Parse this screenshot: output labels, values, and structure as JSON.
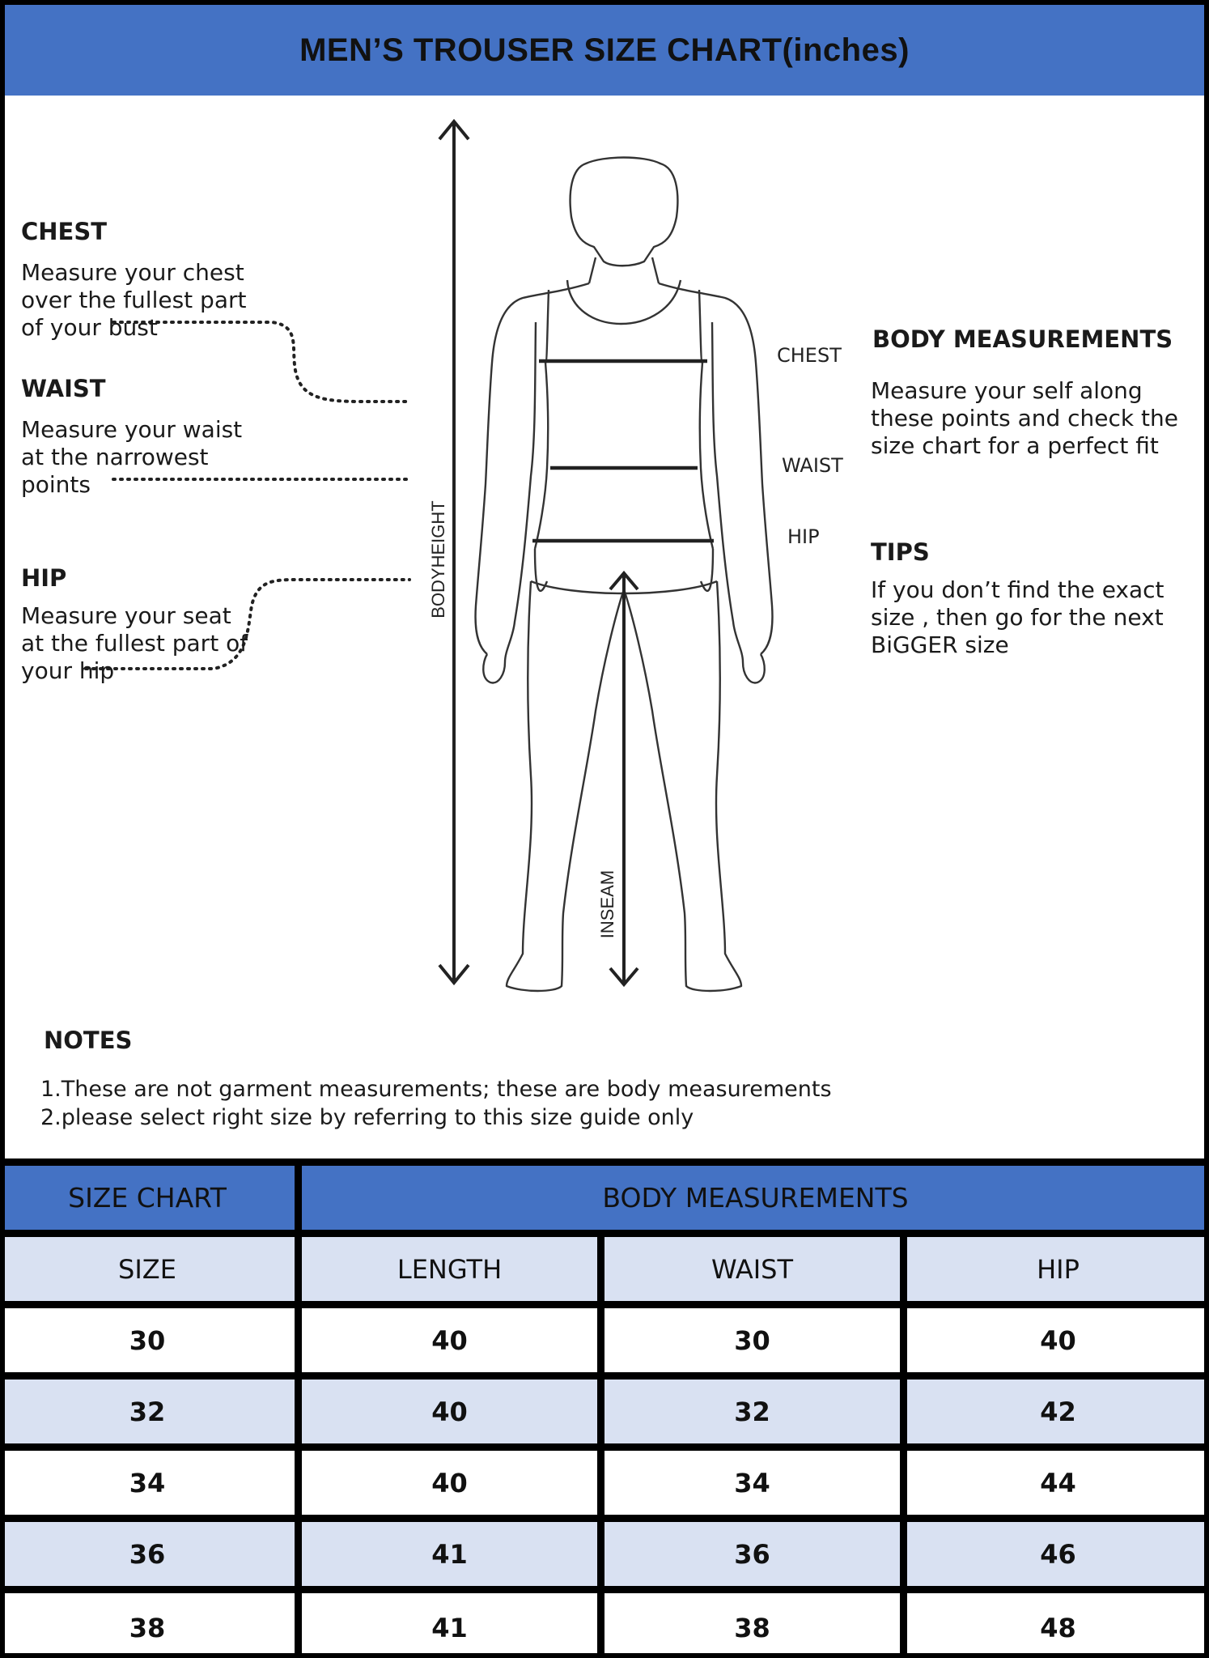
{
  "title": "MEN’S TROUSER SIZE CHART(inches)",
  "colors": {
    "header_blue": "#4472c4",
    "row_alt": "#d9e1f2",
    "border": "#000000"
  },
  "left": {
    "chest": {
      "title": "CHEST",
      "text": "Measure your chest\nover the fullest part\nof your bust"
    },
    "waist": {
      "title": "WAIST",
      "text": "Measure your waist\nat the narrowest\npoints"
    },
    "hip": {
      "title": "HIP",
      "text": "Measure your seat\nat the fullest part of\nyour hip"
    }
  },
  "figure": {
    "chest": "CHEST",
    "waist": "WAIST",
    "hip": "HIP",
    "bodyheight": "BODYHEIGHT",
    "inseam": "INSEAM"
  },
  "right": {
    "body_measurements": {
      "title": "BODY MEASUREMENTS",
      "text": "Measure your self along\nthese points and check the\nsize chart for a perfect fit"
    },
    "tips": {
      "title": "TIPS",
      "text": "If you don’t find the exact\nsize , then go for the next\nBiGGER size"
    }
  },
  "notes": {
    "title": "NOTES",
    "items": [
      {
        "num": "1.",
        "text": "These are not garment measurements; these are body measurements"
      },
      {
        "num": "2.",
        "text": "please select right size by referring to this size guide only"
      }
    ]
  },
  "table": {
    "title_left": "SIZE CHART",
    "title_right": "BODY MEASUREMENTS",
    "columns": [
      "SIZE",
      "LENGTH",
      "WAIST",
      "HIP"
    ],
    "rows": [
      [
        "30",
        "40",
        "30",
        "40"
      ],
      [
        "32",
        "40",
        "32",
        "42"
      ],
      [
        "34",
        "40",
        "34",
        "44"
      ],
      [
        "36",
        "41",
        "36",
        "46"
      ],
      [
        "38",
        "41",
        "38",
        "48"
      ]
    ]
  }
}
